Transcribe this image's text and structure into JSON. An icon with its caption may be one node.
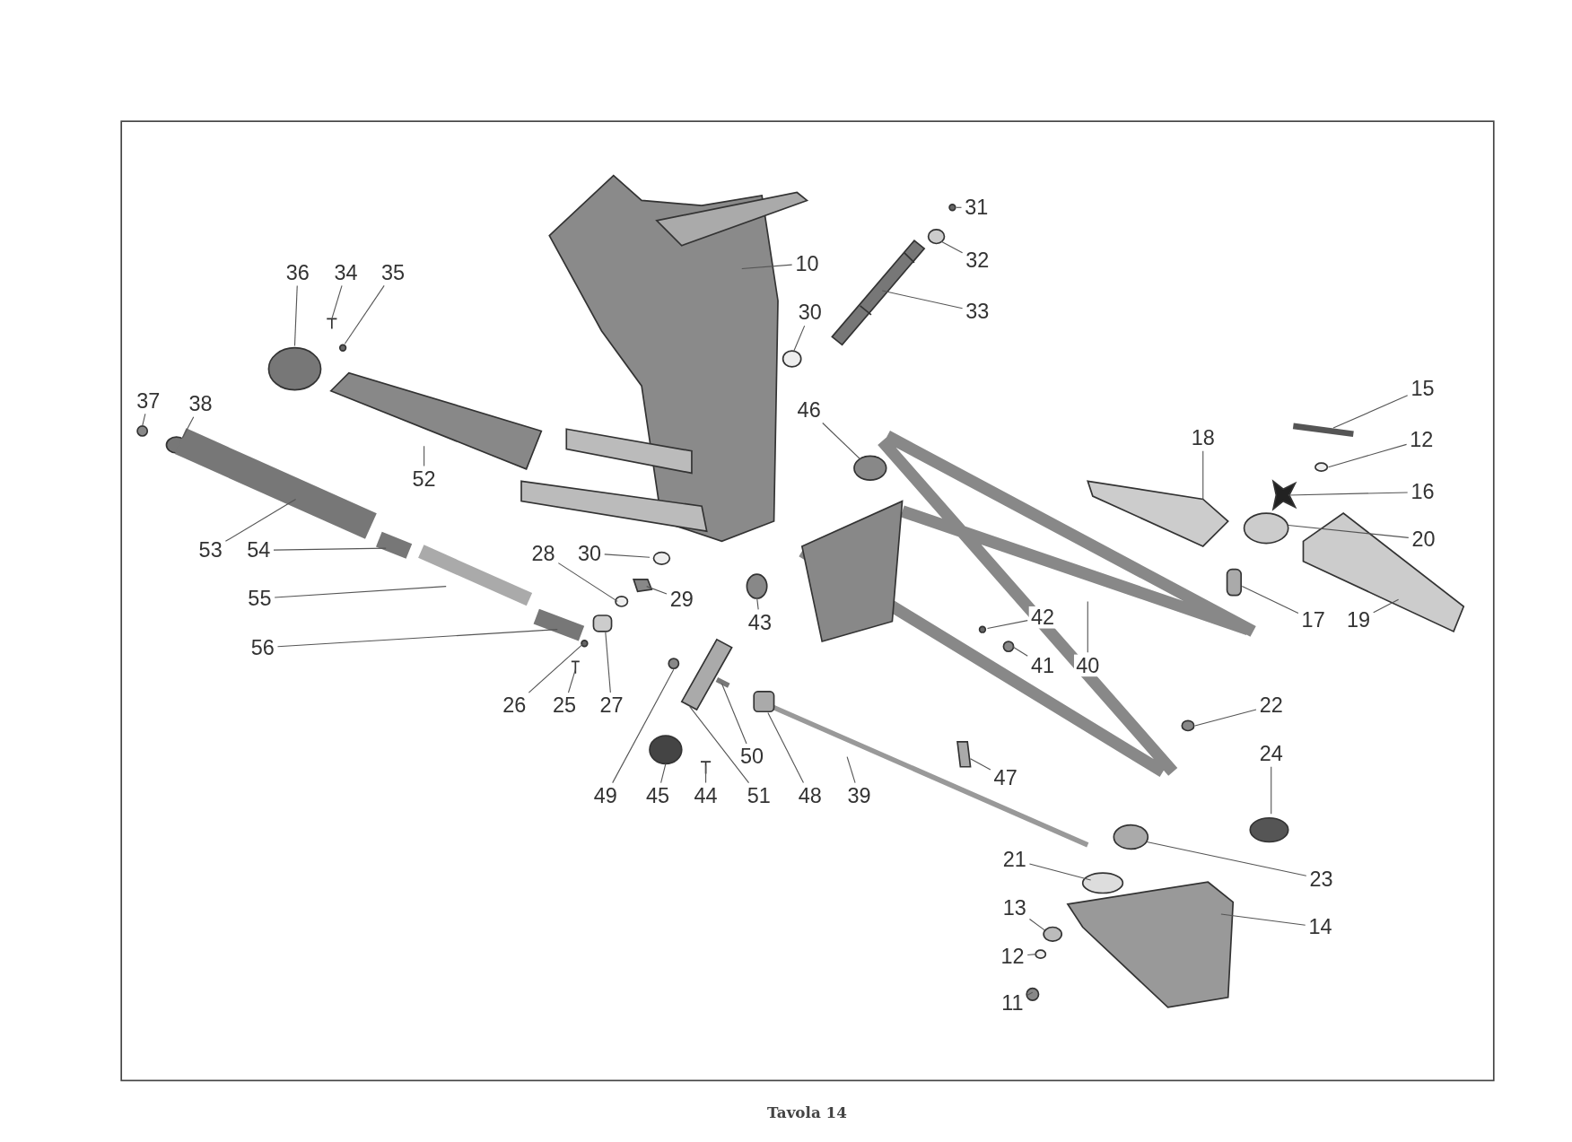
{
  "diagram": {
    "caption": "Tavola 14",
    "nodes": [
      {
        "text": [
          "31"
        ]
      },
      {
        "text": [
          "36"
        ]
      },
      {
        "text": [
          "34"
        ]
      },
      {
        "text": [
          "35"
        ]
      },
      {
        "text": [
          "10"
        ]
      },
      {
        "text": [
          "32"
        ]
      },
      {
        "text": [
          "30"
        ]
      },
      {
        "text": [
          "33"
        ]
      },
      {
        "text": [
          "15"
        ]
      },
      {
        "text": [
          "37"
        ]
      },
      {
        "text": [
          "38"
        ]
      },
      {
        "text": [
          "46"
        ]
      },
      {
        "text": [
          "18"
        ]
      },
      {
        "text": [
          "12"
        ]
      },
      {
        "text": [
          "52"
        ]
      },
      {
        "text": [
          "16"
        ]
      },
      {
        "text": [
          "53"
        ]
      },
      {
        "text": [
          "54"
        ]
      },
      {
        "text": [
          "28"
        ]
      },
      {
        "text": [
          "30"
        ]
      },
      {
        "text": [
          "20"
        ]
      },
      {
        "text": [
          "55"
        ]
      },
      {
        "text": [
          "29"
        ]
      },
      {
        "text": [
          "43"
        ]
      },
      {
        "text": [
          "42"
        ]
      },
      {
        "text": [
          "17"
        ]
      },
      {
        "text": [
          "19"
        ]
      },
      {
        "text": [
          "56"
        ]
      },
      {
        "text": [
          "41"
        ]
      },
      {
        "text": [
          "40"
        ]
      },
      {
        "text": [
          "26"
        ]
      },
      {
        "text": [
          "25"
        ]
      },
      {
        "text": [
          "27"
        ]
      },
      {
        "text": [
          "22"
        ]
      },
      {
        "text": [
          "24"
        ]
      },
      {
        "text": [
          "50"
        ]
      },
      {
        "text": [
          "47"
        ]
      },
      {
        "text": [
          "49"
        ]
      },
      {
        "text": [
          "45"
        ]
      },
      {
        "text": [
          "44"
        ]
      },
      {
        "text": [
          "51"
        ]
      },
      {
        "text": [
          "48"
        ]
      },
      {
        "text": [
          "39"
        ]
      },
      {
        "text": [
          "21"
        ]
      },
      {
        "text": [
          "23"
        ]
      },
      {
        "text": [
          "13"
        ]
      },
      {
        "text": [
          "14"
        ]
      },
      {
        "text": [
          "12"
        ]
      },
      {
        "text": [
          "11"
        ]
      }
    ],
    "edges": [
      {
        "from": 0,
        "to": null,
        "arrow": "none"
      },
      {
        "from": 1,
        "to": null,
        "arrow": "none"
      },
      {
        "from": 2,
        "to": null,
        "arrow": "none"
      },
      {
        "from": 3,
        "to": null,
        "arrow": "none"
      },
      {
        "from": 4,
        "to": null,
        "arrow": "none"
      },
      {
        "from": 5,
        "to": null,
        "arrow": "none"
      },
      {
        "from": 6,
        "to": null,
        "arrow": "none"
      },
      {
        "from": 7,
        "to": null,
        "arrow": "none"
      },
      {
        "from": 8,
        "to": null,
        "arrow": "none"
      },
      {
        "from": 9,
        "to": null,
        "arrow": "none"
      },
      {
        "from": 10,
        "to": null,
        "arrow": "none"
      },
      {
        "from": 11,
        "to": null,
        "arrow": "none"
      },
      {
        "from": 12,
        "to": null,
        "arrow": "none"
      },
      {
        "from": 13,
        "to": null,
        "arrow": "none"
      },
      {
        "from": 14,
        "to": null,
        "arrow": "none"
      },
      {
        "from": 15,
        "to": null,
        "arrow": "none"
      },
      {
        "from": 16,
        "to": null,
        "arrow": "none"
      },
      {
        "from": 17,
        "to": null,
        "arrow": "none"
      },
      {
        "from": 18,
        "to": null,
        "arrow": "none"
      },
      {
        "from": 19,
        "to": null,
        "arrow": "none"
      },
      {
        "from": 20,
        "to": null,
        "arrow": "none"
      },
      {
        "from": 21,
        "to": null,
        "arrow": "none"
      },
      {
        "from": 22,
        "to": null,
        "arrow": "none"
      },
      {
        "from": 23,
        "to": null,
        "arrow": "none"
      },
      {
        "from": 24,
        "to": null,
        "arrow": "none"
      },
      {
        "from": 25,
        "to": null,
        "arrow": "none"
      },
      {
        "from": 26,
        "to": null,
        "arrow": "none"
      },
      {
        "from": 27,
        "to": null,
        "arrow": "none"
      },
      {
        "from": 28,
        "to": null,
        "arrow": "none"
      },
      {
        "from": 29,
        "to": null,
        "arrow": "none"
      },
      {
        "from": 30,
        "to": null,
        "arrow": "none"
      },
      {
        "from": 31,
        "to": null,
        "arrow": "none"
      },
      {
        "from": 32,
        "to": null,
        "arrow": "none"
      },
      {
        "from": 33,
        "to": null,
        "arrow": "none"
      },
      {
        "from": 34,
        "to": null,
        "arrow": "none"
      },
      {
        "from": 35,
        "to": null,
        "arrow": "none"
      },
      {
        "from": 36,
        "to": null,
        "arrow": "none"
      },
      {
        "from": 37,
        "to": null,
        "arrow": "none"
      },
      {
        "from": 38,
        "to": null,
        "arrow": "none"
      },
      {
        "from": 39,
        "to": null,
        "arrow": "none"
      },
      {
        "from": 40,
        "to": null,
        "arrow": "none"
      },
      {
        "from": 41,
        "to": null,
        "arrow": "none"
      },
      {
        "from": 42,
        "to": null,
        "arrow": "none"
      },
      {
        "from": 43,
        "to": null,
        "arrow": "none"
      },
      {
        "from": 44,
        "to": null,
        "arrow": "none"
      },
      {
        "from": 45,
        "to": null,
        "arrow": "none"
      },
      {
        "from": 46,
        "to": null,
        "arrow": "none"
      },
      {
        "from": 47,
        "to": null,
        "arrow": "none"
      },
      {
        "from": 48,
        "to": null,
        "arrow": "none"
      }
    ]
  }
}
